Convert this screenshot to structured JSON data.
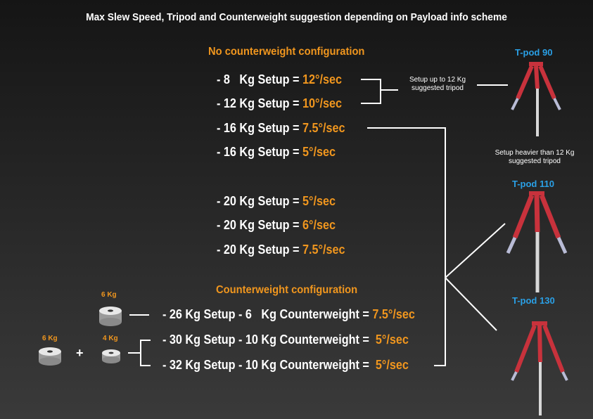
{
  "title": "Max Slew Speed, Tripod and Counterweight suggestion depending on Payload info scheme",
  "no_cw_heading": "No counterweight configuration",
  "cw_heading": "Counterweight configuration",
  "no_cw_rows": [
    {
      "setup": "- 8   Kg Setup = ",
      "speed": "12°/sec"
    },
    {
      "setup": "- 12 Kg Setup = ",
      "speed": "10°/sec"
    },
    {
      "setup": "- 16 Kg Setup = ",
      "speed": "7.5°/sec"
    },
    {
      "setup": "- 16 Kg Setup = ",
      "speed": "5°/sec"
    },
    {
      "setup": "- 20 Kg Setup = ",
      "speed": "5°/sec"
    },
    {
      "setup": "- 20 Kg Setup = ",
      "speed": "6°/sec"
    },
    {
      "setup": "- 20 Kg Setup = ",
      "speed": "7.5°/sec"
    }
  ],
  "cw_rows": [
    {
      "setup": "- 26 Kg Setup - 6   Kg Counterweight = ",
      "speed": "7.5°/sec"
    },
    {
      "setup": "- 30 Kg Setup - 10 Kg Counterweight =  ",
      "speed": "5°/sec"
    },
    {
      "setup": "- 32 Kg Setup - 10 Kg Counterweight =  ",
      "speed": "5°/sec"
    }
  ],
  "notes": {
    "light": "Setup up to 12 Kg\nsuggested tripod",
    "heavy": "Setup heavier than 12 Kg\nsuggested tripod"
  },
  "tripods": [
    "T-pod 90",
    "T-pod 110",
    "T-pod 130"
  ],
  "weights": {
    "six": "6 Kg",
    "six_b": "6 Kg",
    "four": "4 Kg",
    "plus": "+"
  },
  "colors": {
    "accent": "#f0961e",
    "pod_name": "#2aa0e6",
    "tripod_body": "#c8323c"
  }
}
